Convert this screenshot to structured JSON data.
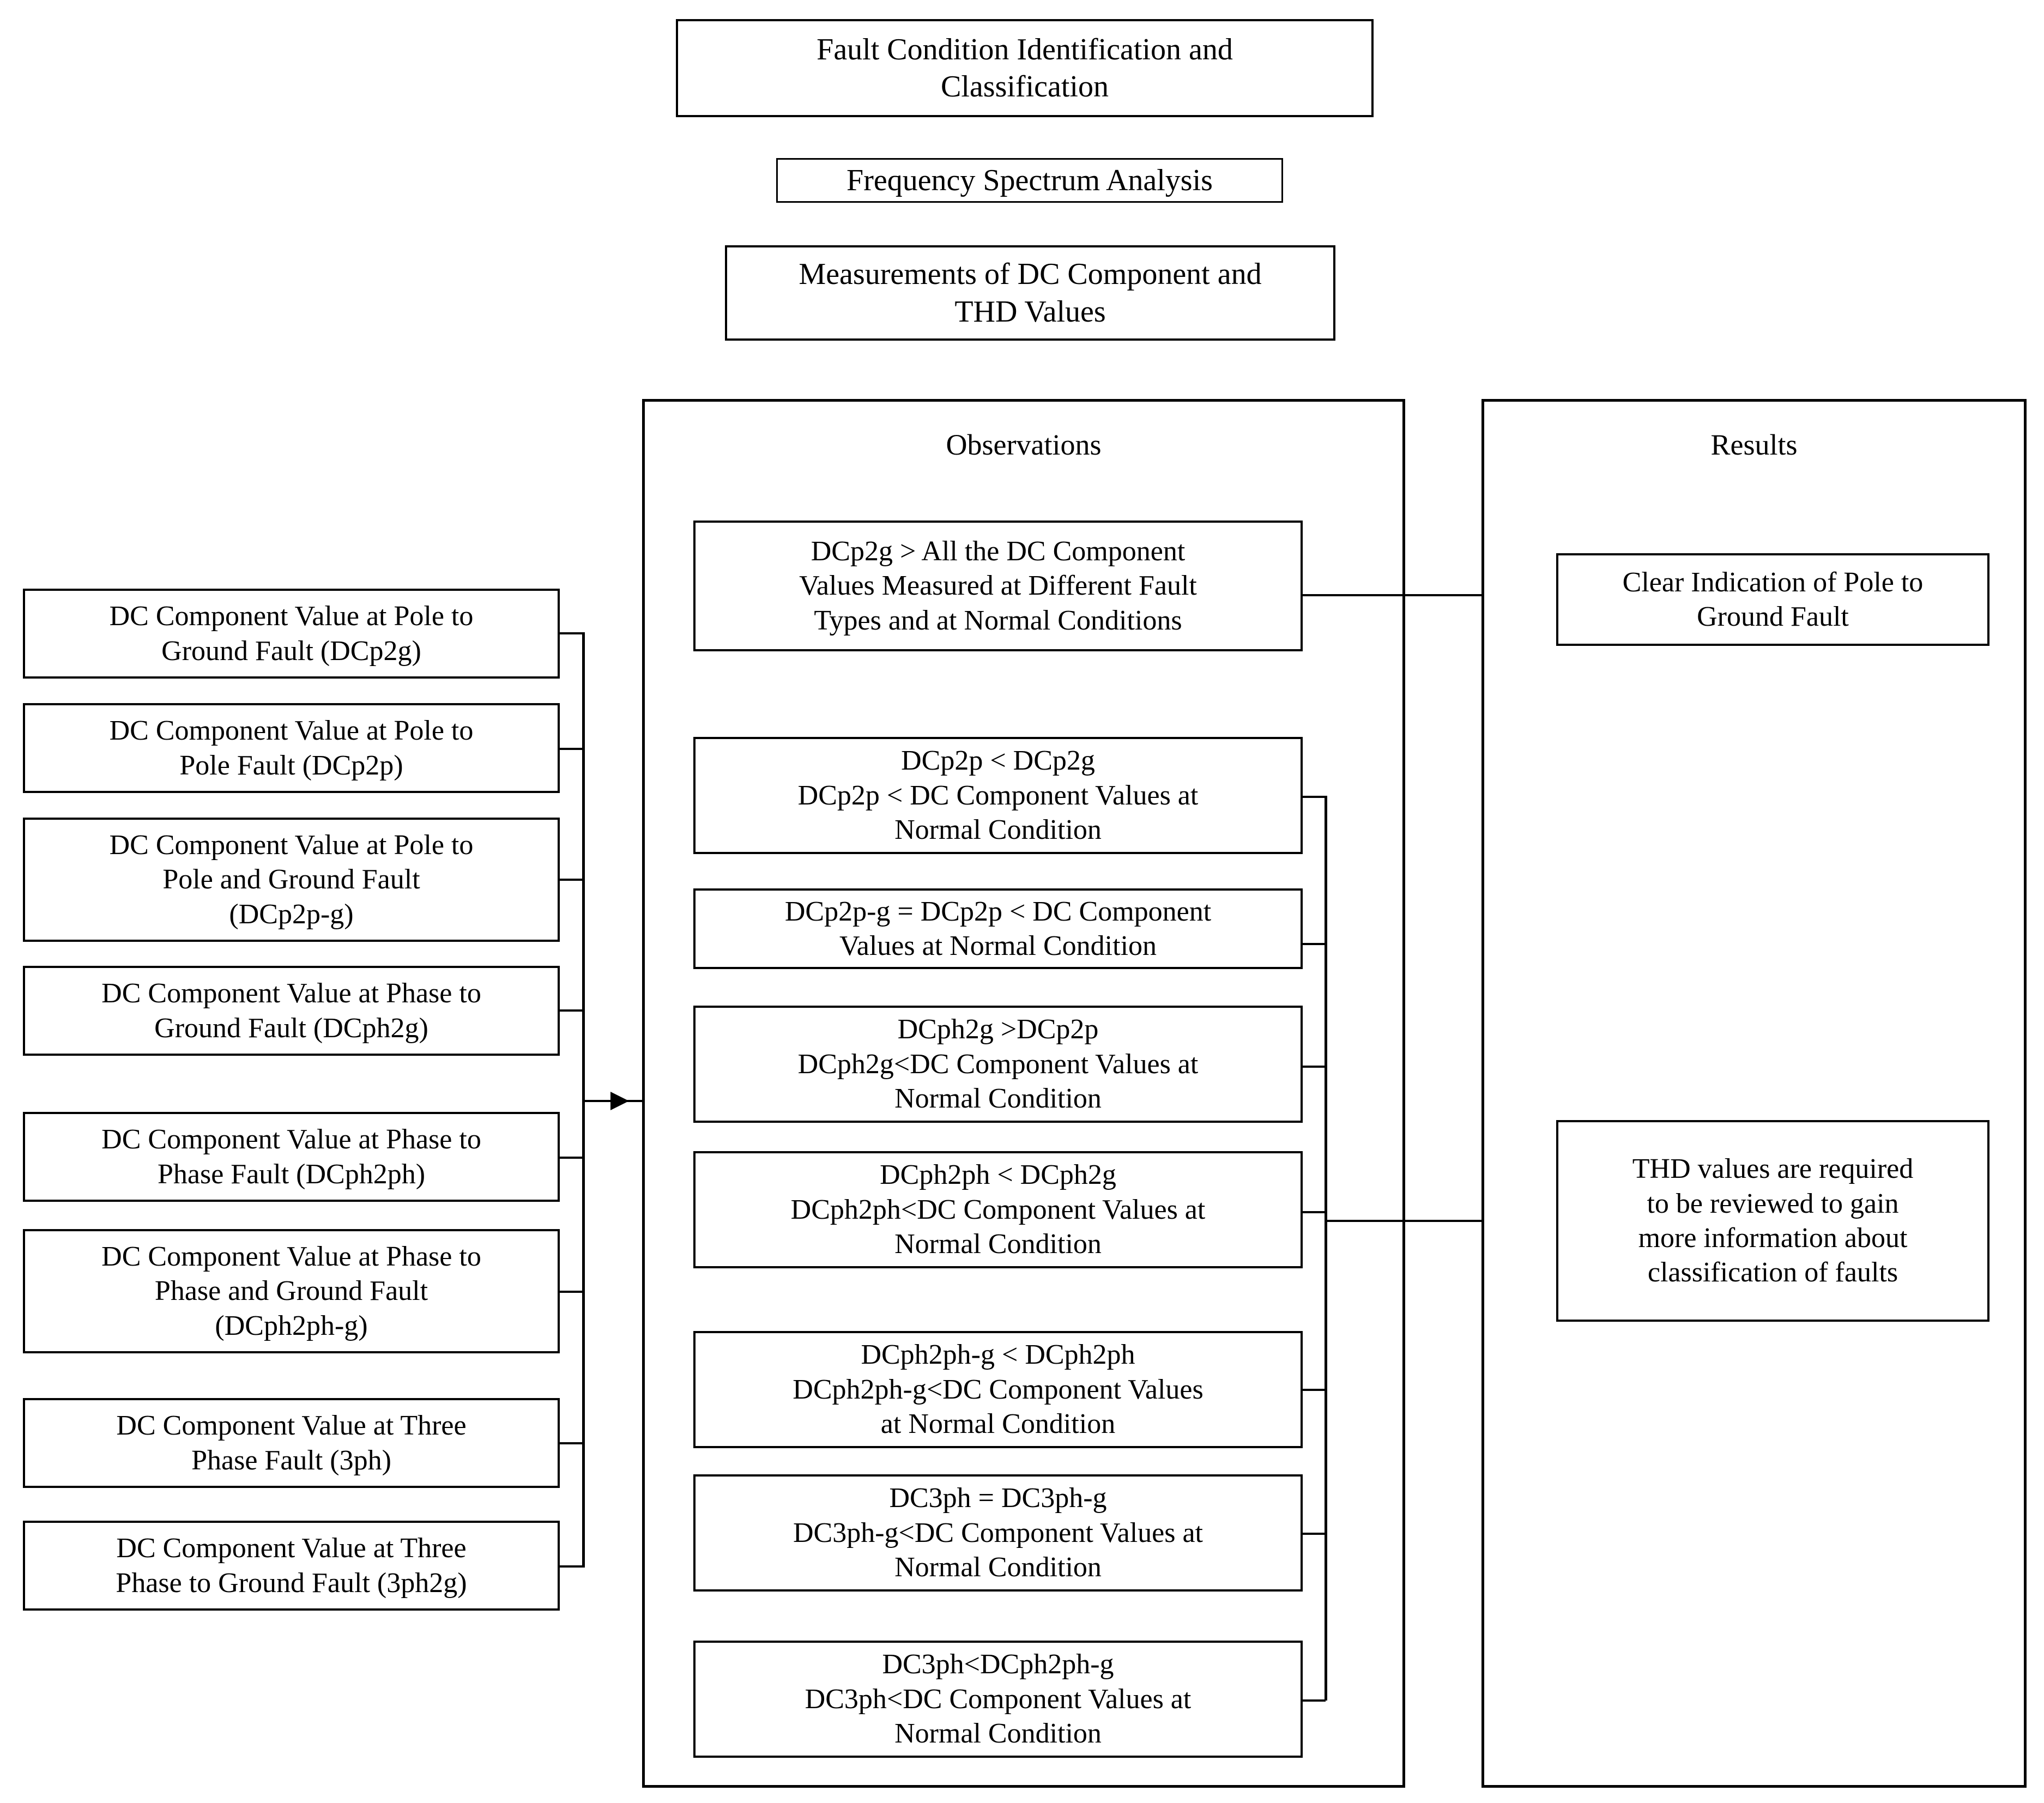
{
  "diagram": {
    "title_flow": [
      {
        "id": "fault-condition",
        "label": "Fault Condition Identification and\nClassification"
      },
      {
        "id": "frequency-spectrum",
        "label": "Frequency Spectrum Analysis"
      },
      {
        "id": "measurements",
        "label": "Measurements of DC Component and\nTHD Values"
      }
    ],
    "inputs": {
      "items": [
        {
          "id": "dcp2g",
          "label": "DC Component Value at Pole to\nGround Fault (DCp2g)"
        },
        {
          "id": "dcp2p",
          "label": "DC Component Value at Pole to\nPole Fault (DCp2p)"
        },
        {
          "id": "dcp2p-g",
          "label": "DC Component Value at Pole to\nPole and Ground Fault\n(DCp2p-g)"
        },
        {
          "id": "dcph2g",
          "label": "DC Component Value at Phase to\nGround Fault (DCph2g)"
        },
        {
          "id": "dcph2ph",
          "label": "DC Component Value at Phase to\nPhase Fault (DCph2ph)"
        },
        {
          "id": "dcph2ph-g",
          "label": "DC Component Value at Phase to\nPhase and Ground Fault\n(DCph2ph-g)"
        },
        {
          "id": "dc3ph",
          "label": "DC Component Value at Three\nPhase Fault (3ph)"
        },
        {
          "id": "dc3ph2g",
          "label": "DC Component Value at Three\nPhase to Ground Fault (3ph2g)"
        }
      ]
    },
    "observations": {
      "title": "Observations",
      "items": [
        {
          "id": "obs-1",
          "label": "DCp2g > All the DC Component\nValues Measured at Different Fault\nTypes and at Normal Conditions"
        },
        {
          "id": "obs-2",
          "label": "DCp2p < DCp2g\nDCp2p < DC Component Values at\nNormal Condition"
        },
        {
          "id": "obs-3",
          "label": "DCp2p-g = DCp2p <  DC Component\nValues at Normal Condition"
        },
        {
          "id": "obs-4",
          "label": "DCph2g >DCp2p\nDCph2g<DC Component Values at\nNormal Condition"
        },
        {
          "id": "obs-5",
          "label": "DCph2ph < DCph2g\nDCph2ph<DC Component Values at\nNormal Condition"
        },
        {
          "id": "obs-6",
          "label": "DCph2ph-g < DCph2ph\nDCph2ph-g<DC Component Values\nat Normal Condition"
        },
        {
          "id": "obs-7",
          "label": "DC3ph = DC3ph-g\nDC3ph-g<DC Component Values at\nNormal Condition"
        },
        {
          "id": "obs-8",
          "label": "DC3ph<DCph2ph-g\nDC3ph<DC Component Values at\nNormal Condition"
        }
      ]
    },
    "results": {
      "title": "Results",
      "items": [
        {
          "id": "res-1",
          "label": "Clear Indication of Pole to\nGround Fault"
        },
        {
          "id": "res-2",
          "label": "THD values are required\nto be reviewed to gain\nmore information about\nclassification of faults"
        }
      ]
    },
    "colors": {
      "stroke": "#000000",
      "background": "#ffffff",
      "text": "#000000"
    }
  }
}
